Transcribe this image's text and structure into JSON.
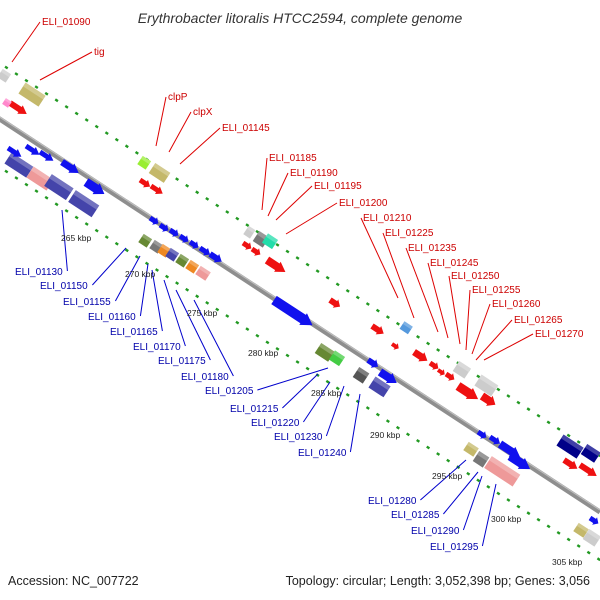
{
  "title": "Erythrobacter litoralis HTCC2594, complete genome",
  "footer": {
    "accession": "Accession: NC_007722",
    "topology": "Topology: circular; Length: 3,052,398 bp; Genes: 3,056"
  },
  "colors": {
    "backbone": "#888888",
    "forward_gene": "#ee0000",
    "reverse_gene": "#0000ee",
    "tick_dot": "#228822",
    "label_red": "#cc0000",
    "label_blue": "#0000aa"
  },
  "ticks": [
    "265 kbp",
    "270 kbp",
    "275 kbp",
    "280 kbp",
    "285 kbp",
    "290 kbp",
    "295 kbp",
    "300 kbp",
    "305 kbp"
  ],
  "labels_top": [
    "ELI_01090",
    "tig",
    "clpP",
    "clpX",
    "ELI_01145",
    "ELI_01185",
    "ELI_01190",
    "ELI_01195",
    "ELI_01200",
    "ELI_01210",
    "ELI_01225",
    "ELI_01235",
    "ELI_01245",
    "ELI_01250",
    "ELI_01255",
    "ELI_01260",
    "ELI_01265",
    "ELI_01270"
  ],
  "labels_bottom": [
    "ELI_01130",
    "ELI_01150",
    "ELI_01155",
    "ELI_01160",
    "ELI_01165",
    "ELI_01170",
    "ELI_01175",
    "ELI_01180",
    "ELI_01205",
    "ELI_01215",
    "ELI_01220",
    "ELI_01230",
    "ELI_01240",
    "ELI_01280",
    "ELI_01285",
    "ELI_01290",
    "ELI_01295"
  ]
}
